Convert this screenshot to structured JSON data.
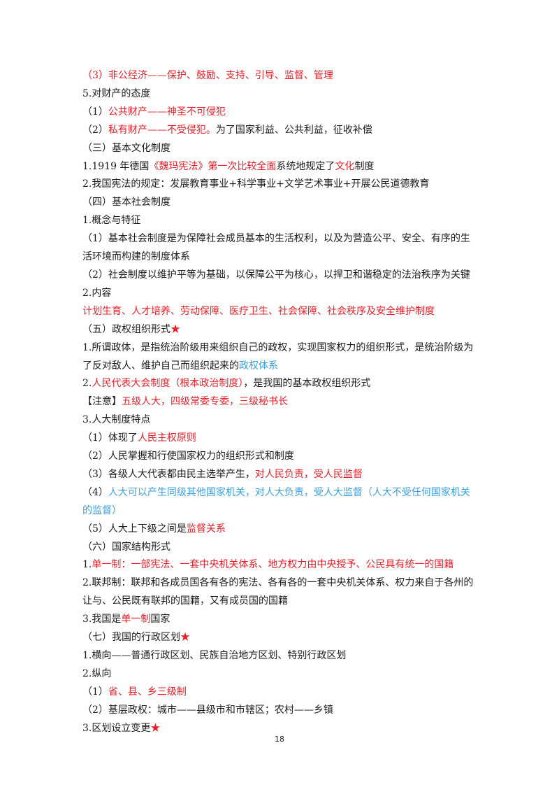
{
  "lines": [
    {
      "segs": [
        {
          "t": "（3）非公经济——保护、鼓励、支持、引导、监督、管理",
          "c": "red"
        }
      ]
    },
    {
      "segs": [
        {
          "t": "5.对财产的态度"
        }
      ]
    },
    {
      "segs": [
        {
          "t": "（1）"
        },
        {
          "t": "公共财产——神圣不可侵犯",
          "c": "red"
        }
      ]
    },
    {
      "segs": [
        {
          "t": "（2）"
        },
        {
          "t": "私有财产——不受侵犯。",
          "c": "red"
        },
        {
          "t": "为了国家利益、公共利益，征收补偿"
        }
      ]
    },
    {
      "segs": [
        {
          "t": "（三）基本文化制度"
        }
      ]
    },
    {
      "segs": [
        {
          "t": "1.1919 年德国"
        },
        {
          "t": "《魏玛宪法》第一次比较全面",
          "c": "red"
        },
        {
          "t": "系统地规定了"
        },
        {
          "t": "文化",
          "c": "red"
        },
        {
          "t": "制度"
        }
      ]
    },
    {
      "segs": [
        {
          "t": "2.我国宪法的规定：发展教育事业+科学事业+文学艺术事业+开展公民道德教育"
        }
      ]
    },
    {
      "segs": [
        {
          "t": "（四）基本社会制度"
        }
      ]
    },
    {
      "segs": [
        {
          "t": "1.概念与特征"
        }
      ]
    },
    {
      "wrap": true,
      "segs": [
        {
          "t": "（1）基本社会制度是为保障社会成员基本的生活权利，以及为营造公平、安全、有序的生活环境而构建的制度体系"
        }
      ]
    },
    {
      "segs": [
        {
          "t": "（2）社会制度以维护平等为基础，以保障公平为核心，以捍卫和谐稳定的法治秩序为关键"
        }
      ]
    },
    {
      "segs": [
        {
          "t": "2.内容"
        }
      ]
    },
    {
      "segs": [
        {
          "t": "计划生育、人才培养、劳动保障、医疗卫生、社会保障、社会秩序及安全维护制度",
          "c": "red"
        }
      ]
    },
    {
      "segs": [
        {
          "t": "（五）政权组织形式"
        },
        {
          "t": "★",
          "c": "star"
        }
      ]
    },
    {
      "wrap": true,
      "segs": [
        {
          "t": "1.所谓政体，是指统治阶级用来组织自己的政权，实现国家权力的组织形式，是统治阶级为了反对敌人、维护自己而组织起来的"
        },
        {
          "t": "政权体系",
          "c": "blue"
        }
      ]
    },
    {
      "segs": [
        {
          "t": "2."
        },
        {
          "t": "人民代表大会制度（根本政治制度）",
          "c": "red"
        },
        {
          "t": "，是我国的基本政权组织形式"
        }
      ]
    },
    {
      "segs": [
        {
          "t": "【注意】"
        },
        {
          "t": "五级人大，四级常委专委，三级秘书长",
          "c": "red"
        }
      ]
    },
    {
      "segs": [
        {
          "t": "3.人大制度特点"
        }
      ]
    },
    {
      "segs": [
        {
          "t": "（1）体现了"
        },
        {
          "t": "人民主权原则",
          "c": "red"
        }
      ]
    },
    {
      "segs": [
        {
          "t": "（2）人民掌握和行使国家权力的组织形式和制度"
        }
      ]
    },
    {
      "segs": [
        {
          "t": "（3）各级人大代表都由民主选举产生，"
        },
        {
          "t": "对人民负责，受人民监督",
          "c": "red"
        }
      ]
    },
    {
      "wrap": true,
      "segs": [
        {
          "t": "（4）"
        },
        {
          "t": "人大可以产生同级其他国家机关，对人大负责，受人大监督（人大不受任何国家机关的监督）",
          "c": "blue"
        }
      ]
    },
    {
      "segs": [
        {
          "t": "（5）人大上下级之间是"
        },
        {
          "t": "监督关系",
          "c": "red"
        }
      ]
    },
    {
      "segs": [
        {
          "t": "（六）国家结构形式"
        }
      ]
    },
    {
      "segs": [
        {
          "t": "1."
        },
        {
          "t": "单一制：一部宪法、一套中央机关体系、地方权力由中央授予、公民具有统一的国籍",
          "c": "red"
        }
      ]
    },
    {
      "wrap": true,
      "segs": [
        {
          "t": "2.联邦制：联邦和各成员国各有各的宪法、各有各的一套中央机关体系、权力来自于各州的让与、公民既有联邦的国籍，又有成员国的国籍"
        }
      ]
    },
    {
      "segs": [
        {
          "t": "3.我国是"
        },
        {
          "t": "单一制",
          "c": "red"
        },
        {
          "t": "国家"
        }
      ]
    },
    {
      "segs": [
        {
          "t": "（七）我国的行政区划"
        },
        {
          "t": "★",
          "c": "star"
        }
      ]
    },
    {
      "segs": [
        {
          "t": "1.横向——普通行政区划、民族自治地方区划、特别行政区划"
        }
      ]
    },
    {
      "segs": [
        {
          "t": "2.纵向"
        }
      ]
    },
    {
      "segs": [
        {
          "t": "（1）"
        },
        {
          "t": "省、县、乡三级制",
          "c": "red"
        }
      ]
    },
    {
      "segs": [
        {
          "t": "（2）基层政权：城市——县级市和市辖区；农村——乡镇"
        }
      ]
    },
    {
      "segs": [
        {
          "t": "3.区划设立变更"
        },
        {
          "t": "★",
          "c": "star"
        }
      ]
    }
  ],
  "page_number": "18"
}
